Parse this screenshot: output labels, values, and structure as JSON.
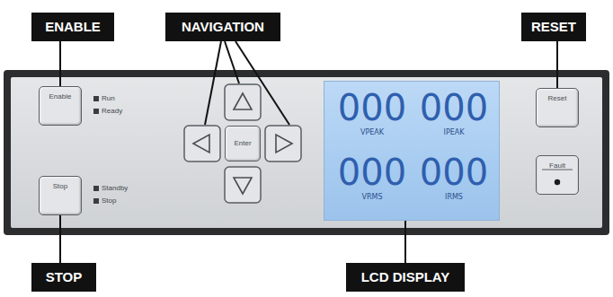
{
  "diagram": {
    "nodes": [
      {
        "text": [
          "ENABLE"
        ]
      },
      {
        "text": [
          "NAVIGATION"
        ]
      },
      {
        "text": [
          "RESET"
        ]
      },
      {
        "text": [
          "Enable"
        ]
      },
      {
        "text": [
          "Stop"
        ]
      },
      {
        "text": [
          "Enter"
        ]
      },
      {
        "text": [
          "000",
          "000",
          "VPEAK",
          "IPEAK",
          "000",
          "000",
          "VRMS",
          "IRMS"
        ]
      },
      {
        "text": [
          "Reset"
        ]
      },
      {
        "text": [
          "Fault"
        ]
      },
      {
        "text": [
          "STOP"
        ]
      },
      {
        "text": [
          "LCD DISPLAY"
        ]
      }
    ],
    "edges": [
      {
        "from": 0,
        "to": 3,
        "arrow": "none"
      },
      {
        "from": 2,
        "to": 7,
        "arrow": "none"
      },
      {
        "from": 9,
        "to": 4,
        "arrow": "none"
      },
      {
        "from": 10,
        "to": 6,
        "arrow": "none"
      }
    ],
    "labels": [
      "Run",
      "Ready",
      "Standby",
      "Stop"
    ]
  }
}
